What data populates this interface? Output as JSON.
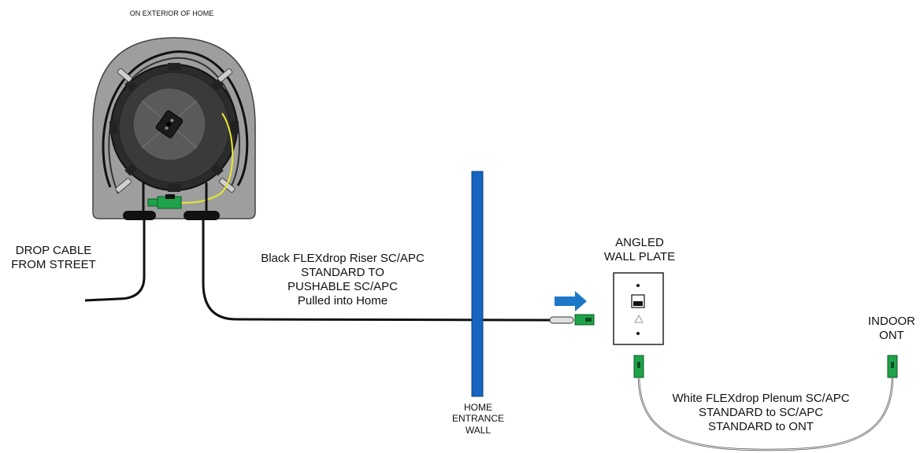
{
  "labels": {
    "exterior": "ON EXTERIOR OF HOME",
    "drop_cable": [
      "DROP CABLE",
      "FROM STREET"
    ],
    "riser": [
      "Black FLEXdrop Riser SC/APC",
      "STANDARD TO",
      "PUSHABLE SC/APC",
      "Pulled into Home"
    ],
    "wall_plate": [
      "ANGLED",
      "WALL PLATE"
    ],
    "entrance_wall": [
      "HOME",
      "ENTRANCE",
      "WALL"
    ],
    "indoor_ont": [
      "INDOOR",
      "ONT"
    ],
    "plenum": [
      "White FLEXdrop Plenum SC/APC",
      "STANDARD to SC/APC",
      "STANDARD to ONT"
    ]
  },
  "colors": {
    "wall": "#1565c0",
    "arrow": "#1e78c8",
    "connector_green": "#1fa34a",
    "fiber_yellow": "#e6e62e",
    "enclosure": "#9e9e9e",
    "cable": "#111111"
  },
  "icons": {
    "arrow": "right-arrow-icon"
  }
}
